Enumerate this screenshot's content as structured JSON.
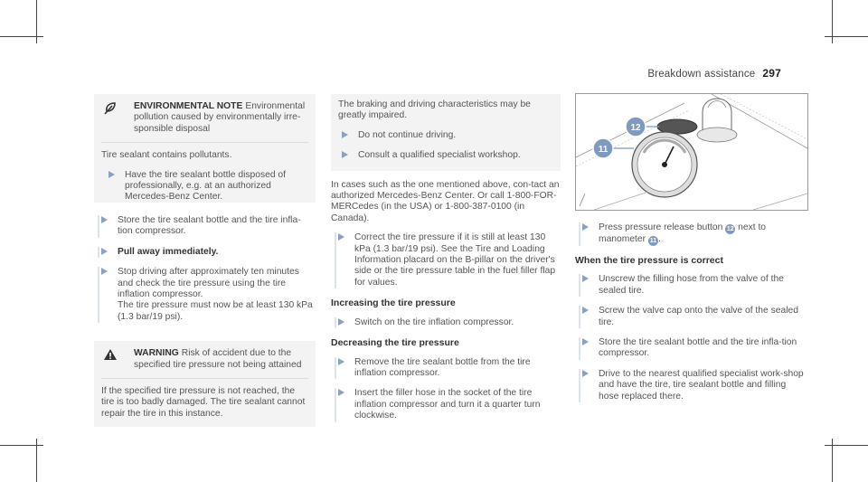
{
  "header": {
    "section": "Breakdown assistance",
    "page": "297"
  },
  "env_note": {
    "label": "ENVIRONMENTAL NOTE",
    "title_rest": "Environmental pollution caused by environmentally irre-sponsible disposal",
    "body": "Tire sealant contains pollutants.",
    "step": "Have the tire sealant bottle disposed of professionally, e.g. at an authorized Mercedes-Benz Center."
  },
  "left_steps": [
    {
      "text": "Store the tire sealant bottle and the tire infla-tion compressor.",
      "bold": false
    },
    {
      "text": "Pull away immediately.",
      "bold": true
    },
    {
      "text": "Stop driving after approximately ten minutes and check the tire pressure using the tire inflation compressor.",
      "bold": false,
      "extra": "The tire pressure must now be at least 130 kPa (1.3 bar/19 psi)."
    }
  ],
  "warning": {
    "label": "WARNING",
    "title_rest": "Risk of accident due to the specified tire pressure not being attained",
    "body": "If the specified tire pressure is not reached, the tire is too badly damaged. The tire sealant cannot repair the tire in this instance."
  },
  "mid": {
    "box_text": "The braking and driving characteristics may be greatly impaired.",
    "box_steps": [
      "Do not continue driving.",
      "Consult a qualified specialist workshop."
    ],
    "para": "In cases such as the one mentioned above, con-tact an authorized Mercedes-Benz Center. Or call 1-800-FOR-MERCedes (in the USA) or 1-800-387-0100 (in Canada).",
    "step1": "Correct the tire pressure if it is still at least 130 kPa (1.3 bar/19 psi). See the Tire and Loading Information placard on the B-pillar on the driver's side or the tire pressure table in the fuel filler flap for values.",
    "heading_inc": "Increasing the tire pressure",
    "step_inc": "Switch on the tire inflation compressor.",
    "heading_dec": "Decreasing the tire pressure",
    "steps_dec": [
      "Remove the tire sealant bottle from the tire inflation compressor.",
      "Insert the filler hose in the socket of the tire inflation compressor and turn it a quarter turn clockwise."
    ]
  },
  "right": {
    "callout_12": "12",
    "callout_11": "11",
    "step_press_a": "Press pressure release button",
    "step_press_b": "next to manometer",
    "heading_correct": "When the tire pressure is correct",
    "steps_correct": [
      "Unscrew the filling hose from the valve of the sealed tire.",
      "Screw the valve cap onto the valve of the sealed tire.",
      "Store the tire sealant bottle and the tire infla-tion compressor.",
      "Drive to the nearest qualified specialist work-shop and have the tire, tire sealant bottle and filling hose replaced there."
    ]
  },
  "colors": {
    "accent": "#7e9bbf",
    "triangle": "#8aa1c2",
    "box": "#f3f3f3"
  }
}
